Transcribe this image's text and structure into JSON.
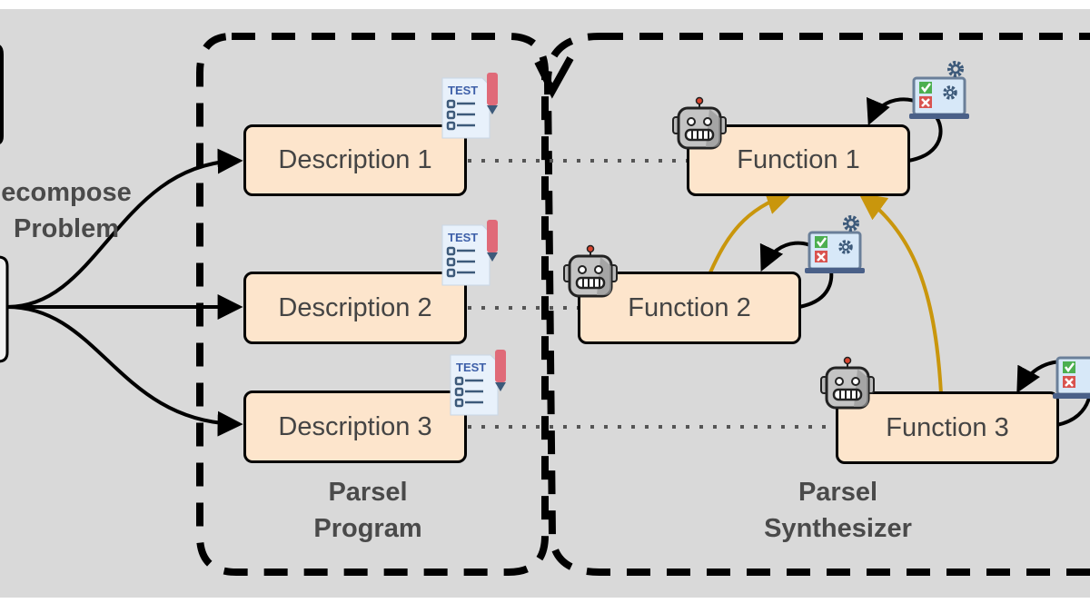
{
  "left_label": {
    "line1": "ecompose",
    "line2": "Problem"
  },
  "program_box": {
    "title_line1": "Parsel",
    "title_line2": "Program"
  },
  "synth_box": {
    "title_line1": "Parsel",
    "title_line2": "Synthesizer"
  },
  "descriptions": [
    {
      "label": "Description 1",
      "test_icon_text": "TEST"
    },
    {
      "label": "Description 2",
      "test_icon_text": "TEST"
    },
    {
      "label": "Description 3",
      "test_icon_text": "TEST"
    }
  ],
  "functions": [
    {
      "label": "Function 1"
    },
    {
      "label": "Function 2"
    },
    {
      "label": "Function 3"
    }
  ],
  "colors": {
    "box_fill": "#fde5cc",
    "dependency_arrow": "#c9960c",
    "background": "#d9d9d9"
  }
}
